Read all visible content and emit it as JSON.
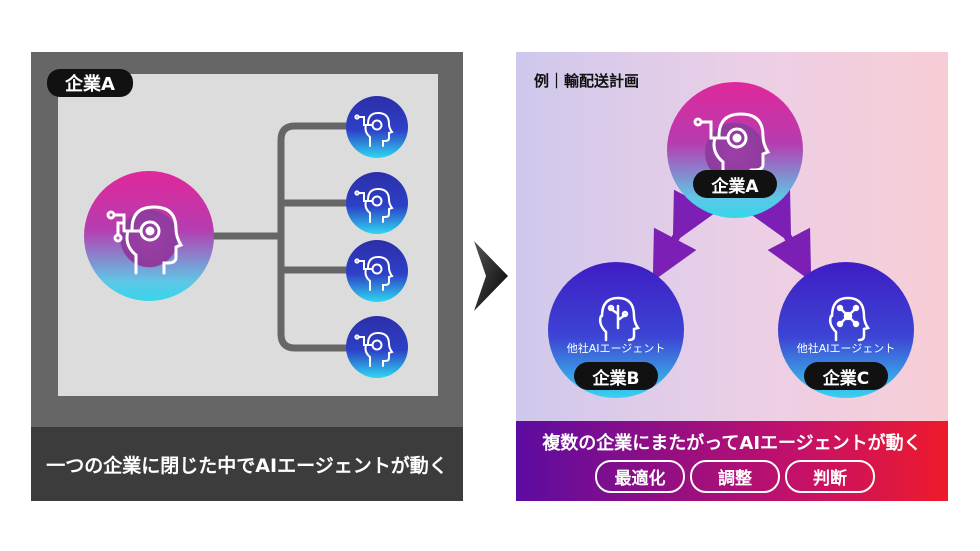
{
  "left": {
    "badge": "企業A",
    "caption": "一つの企業に閉じた中でAIエージェントが動く"
  },
  "right": {
    "title": "例｜輸配送計画",
    "agent_a_label": "企業A",
    "agent_b_sub": "他社AIエージェント",
    "agent_b_label": "企業B",
    "agent_c_sub": "他社AIエージェント",
    "agent_c_label": "企業C",
    "caption": "複数の企業にまたがってAIエージェントが動く",
    "tags": [
      "最適化",
      "調整",
      "判断"
    ]
  },
  "icons": {
    "head": "ai-head-icon",
    "network_head": "network-head-icon",
    "arrow": "chevron-right-icon",
    "double_arrow": "double-arrow-icon"
  },
  "colors": {
    "left_panel": "#666666",
    "left_inner": "#dcdcdc",
    "magenta": "#e0289a",
    "cyan": "#34d7ea",
    "navy": "#2b2fa8",
    "purple_arrow": "#7b1fb5",
    "footer_red": "#ee1a2a"
  }
}
